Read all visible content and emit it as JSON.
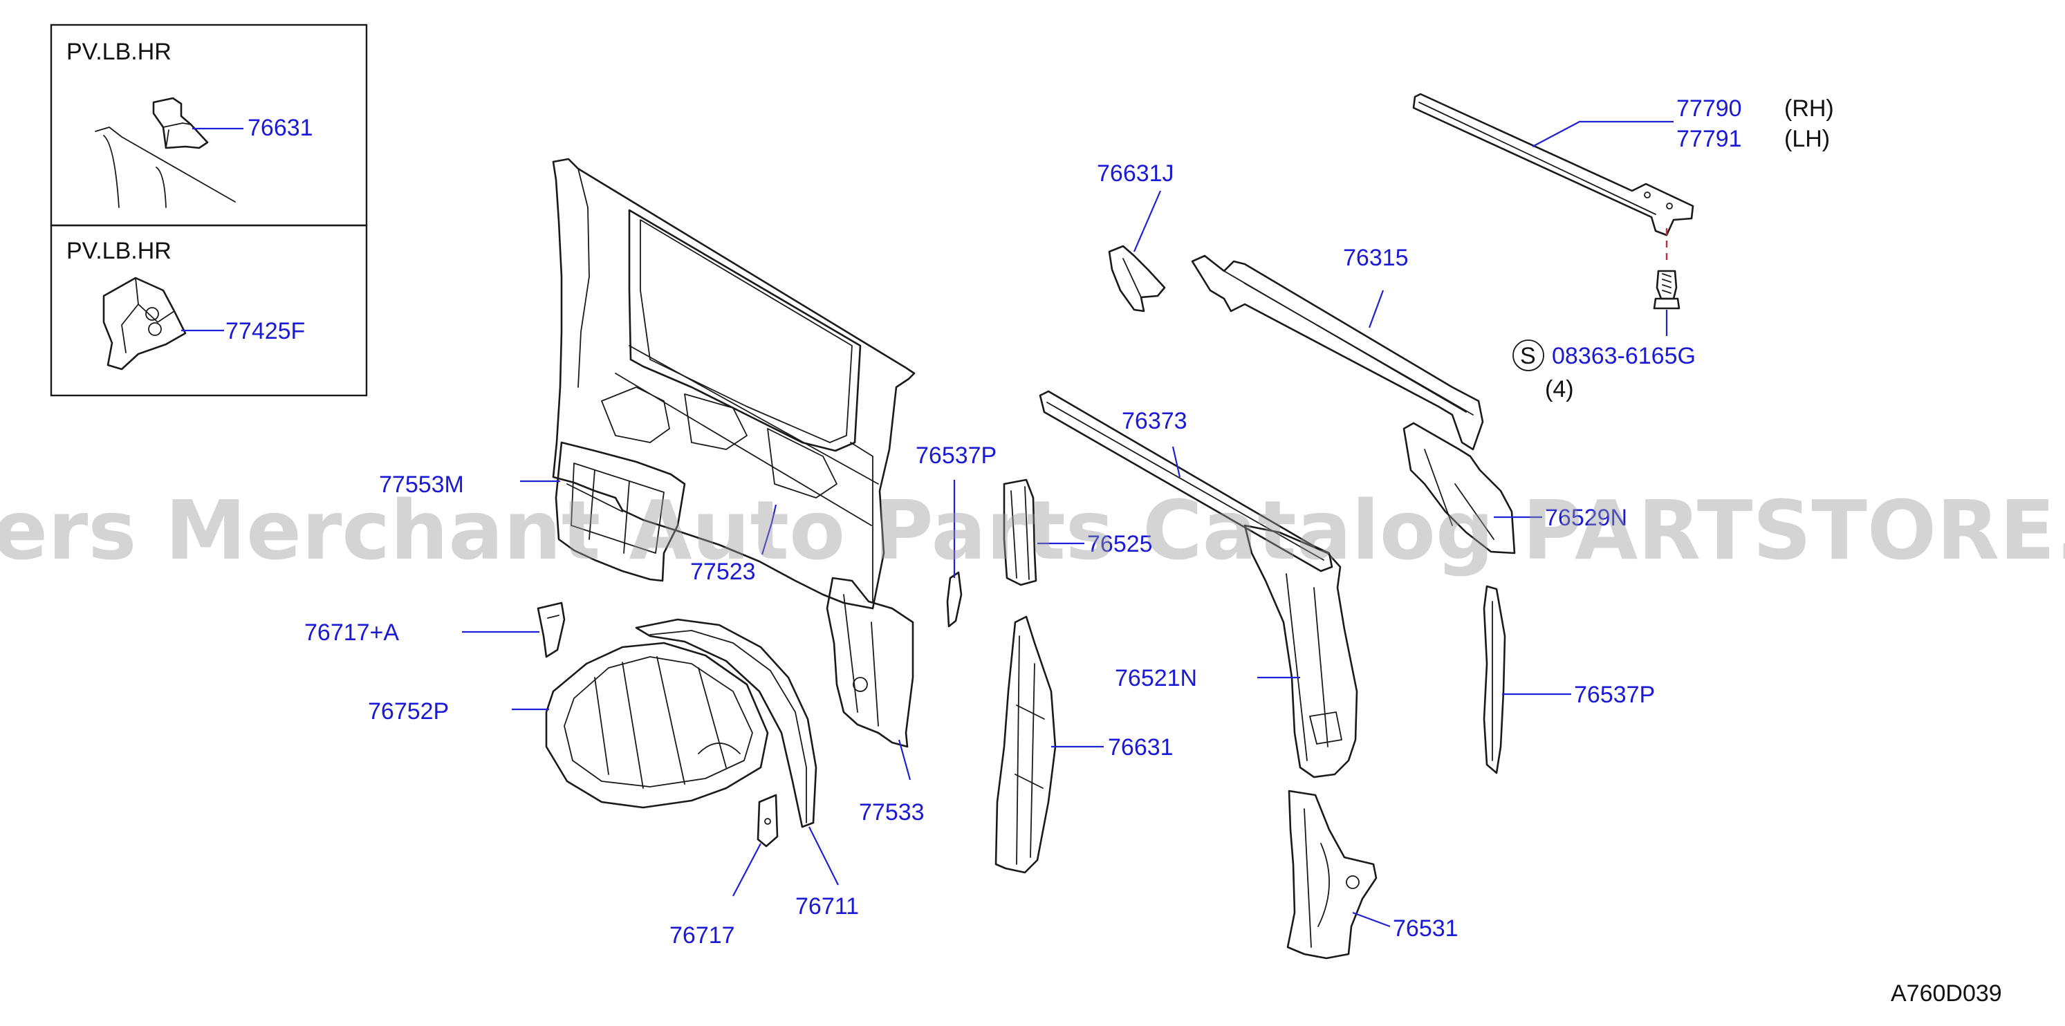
{
  "diagram": {
    "insets": [
      {
        "title": "PV.LB.HR",
        "part": "76631"
      },
      {
        "title": "PV.LB.HR",
        "part": "77425F"
      }
    ],
    "labels": {
      "p77790": "77790",
      "p77791": "77791",
      "rh": "(RH)",
      "lh": "(LH)",
      "p76631J": "76631J",
      "p76315": "76315",
      "screw_symbol": "S",
      "screw": "08363-6165G",
      "screw_qty": "(4)",
      "p76373": "76373",
      "p76537P_top": "76537P",
      "p77553M": "77553M",
      "p77523": "77523",
      "p76529N": "76529N",
      "p76525": "76525",
      "p76717A": "76717+A",
      "p76752P": "76752P",
      "p76521N": "76521N",
      "p76537P_right": "76537P",
      "p76631": "76631",
      "p77533": "77533",
      "p76711": "76711",
      "p76717": "76717",
      "p76531": "76531"
    },
    "diagram_code": "A760D039"
  },
  "watermark": "Offers Merchant Auto Parts Catalog PARTSTORE.SA",
  "colors": {
    "label": "#1a1ad6",
    "line": "#1a1a1a",
    "leader": "#1f1fd6",
    "dash": "#c0303a"
  }
}
